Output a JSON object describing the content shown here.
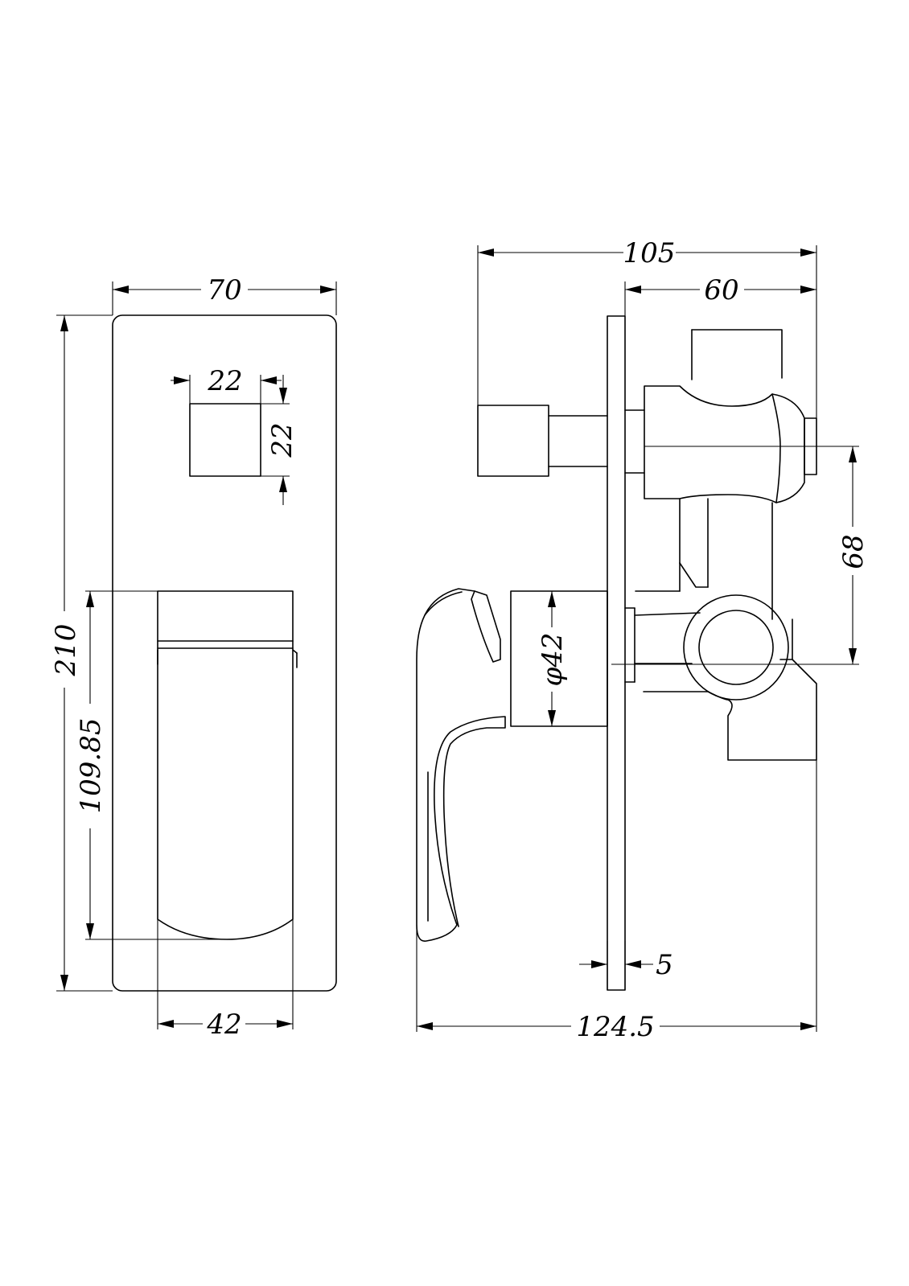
{
  "front_view": {
    "width": "70",
    "height": "210",
    "handle_height": "109.85",
    "handle_width": "42",
    "square_width": "22",
    "square_height": "22"
  },
  "side_view": {
    "overall_depth": "105",
    "body_depth": "60",
    "outlet_spacing": "68",
    "diameter": "φ42",
    "plate_thickness": "5",
    "total_depth": "124.5"
  }
}
